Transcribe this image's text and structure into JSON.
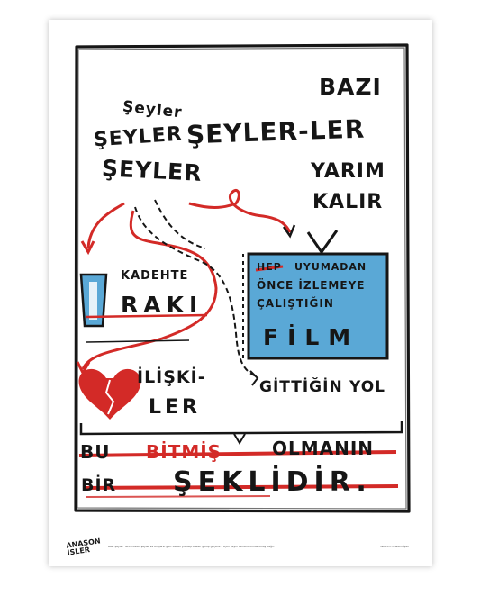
{
  "poster": {
    "lines": {
      "bazi": "BAZI",
      "seyler_top": "Şeyler",
      "seyler_main": "ŞEYLER",
      "seyler_ler": "ŞEYLER-LER",
      "seyler_low": "ŞEYLER",
      "yarim": "YARIM",
      "kalir": "KALIR",
      "kadehte": "KADEHTE",
      "raki": "RAKI",
      "tv_hep": "HEP",
      "tv_uyumadan": "UYUMADAN",
      "tv_once": "ÖNCE İZLEMEYE",
      "tv_calistigin": "ÇALIŞTIĞIN",
      "tv_film": "FİLM",
      "iliski": "İLİŞKİ-",
      "ler": "LER",
      "gittigin": "GİTTİĞİN",
      "yol": "YOL",
      "bu": "BU",
      "bitmis": "BİTMİŞ",
      "olmanin": "OLMANIN",
      "bir": "BİR",
      "seklidir": "ŞEKLİDİR."
    },
    "logo": {
      "top": "ANASON",
      "bottom": "ISLER"
    },
    "footer_left": "Bazı Şeyler. Yarım kalan şeyler ve bir şarkı gibi. Bazen yorulup bazen gülüp geçeriz. Hiçbir şeyin tamamı olmak kolay değil.",
    "footer_right": "Tasarım: Anason İşler"
  },
  "colors": {
    "ink": "#161616",
    "red": "#d32a27",
    "blue": "#5aa8d6",
    "paper": "#ffffff"
  },
  "icons": [
    "glass-icon",
    "heart-icon",
    "television-icon",
    "spiral-icon"
  ]
}
